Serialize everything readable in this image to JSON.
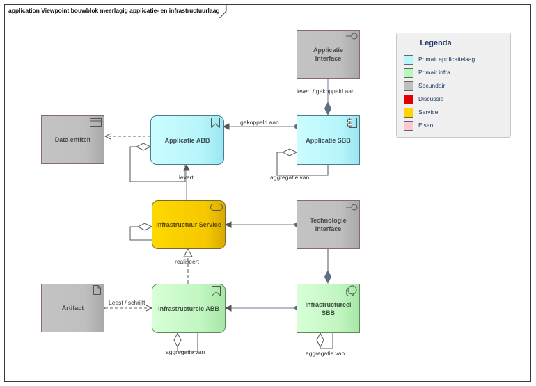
{
  "diagram": {
    "title": "application Viewpoint bouwblok meerlagig applicatie- en infrastructuurlaag"
  },
  "elements": {
    "applicatie_interface": "Applicatie Interface",
    "data_entiteit": "Data entiteit",
    "applicatie_abb": "Applicatie ABB",
    "applicatie_sbb": "Applicatie SBB",
    "infrastructuur_service": "Infrastructuur Service",
    "technologie_interface": "Technologie Interface",
    "artifact": "Artifact",
    "infrastructurele_abb": "Infrastructurele ABB",
    "infrastructureel_sbb": "Infrastructureel SBB"
  },
  "relations": {
    "levert_gekoppeld": "levert / gekoppeld aan",
    "gekoppeld_aan": "gekoppeld aan",
    "levert": "levert",
    "aggregatie_sbb": "aggregatie van",
    "realiseert": "realiseert",
    "leest_schrijft": "Leest / schrijft",
    "aggregatie_abb": "aggregatie van",
    "aggregatie_infra_sbb": "aggregatie van"
  },
  "legend": {
    "title": "Legenda",
    "items": [
      {
        "label": "Primair applicatielaag",
        "color": "#b8f8fc"
      },
      {
        "label": "Primair infra",
        "color": "#b8f8b8"
      },
      {
        "label": "Secundair",
        "color": "#c0c0c0"
      },
      {
        "label": "Discussie",
        "color": "#e00000"
      },
      {
        "label": "Service",
        "color": "#ffd400"
      },
      {
        "label": "Eisen",
        "color": "#ffc8d0"
      }
    ]
  }
}
